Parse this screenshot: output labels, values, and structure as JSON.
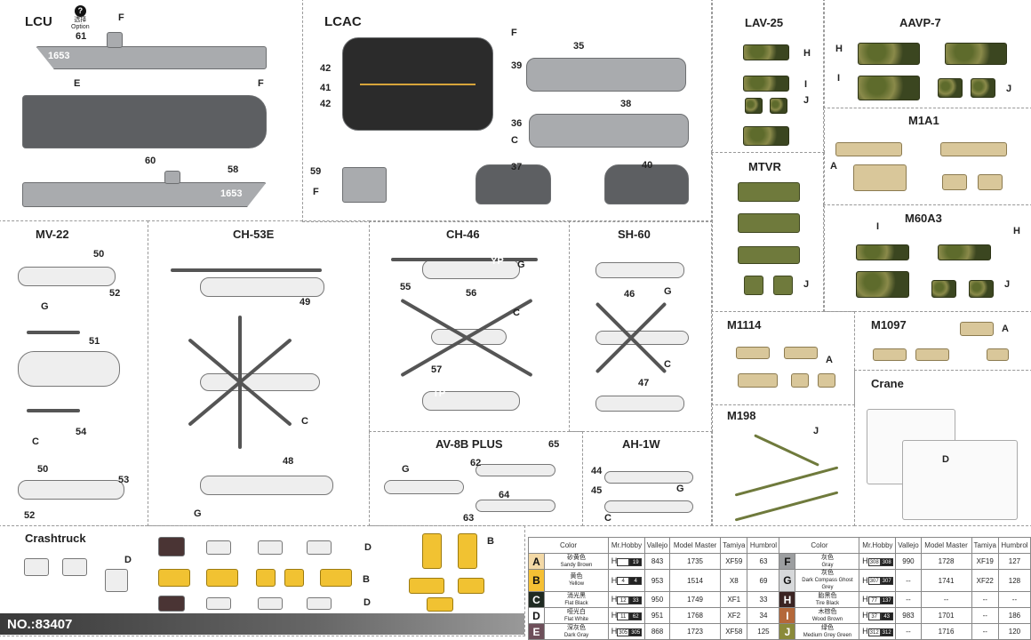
{
  "sections": {
    "lcu": "LCU",
    "lcac": "LCAC",
    "lav25": "LAV-25",
    "aavp7": "AAVP-7",
    "m1a1": "M1A1",
    "mtvr": "MTVR",
    "m60a3": "M60A3",
    "mv22": "MV-22",
    "ch53e": "CH-53E",
    "ch46": "CH-46",
    "sh60": "SH-60",
    "m1114": "M1114",
    "m1097": "M1097",
    "crane": "Crane",
    "m198": "M198",
    "av8b": "AV-8B PLUS",
    "ah1w": "AH-1W",
    "crashtruck": "Crashtruck"
  },
  "option": {
    "icon": "?",
    "cn": "选择",
    "en": "Option"
  },
  "hull_numbers": [
    "1653",
    "1653"
  ],
  "callouts": [
    "61",
    "F",
    "E",
    "F",
    "60",
    "58",
    "F",
    "35",
    "39",
    "42",
    "41",
    "42",
    "38",
    "36",
    "C",
    "59",
    "F",
    "37",
    "40",
    "H",
    "I",
    "J",
    "H",
    "I",
    "J",
    "A",
    "I",
    "H",
    "J",
    "J",
    "A",
    "A",
    "D",
    "J",
    "50",
    "G",
    "52",
    "51",
    "C",
    "54",
    "50",
    "53",
    "52",
    "49",
    "C",
    "48",
    "G",
    "YP",
    "G",
    "55",
    "56",
    "C",
    "57",
    "TP",
    "G",
    "46",
    "C",
    "47",
    "G",
    "62",
    "65",
    "64",
    "63",
    "44",
    "45",
    "G",
    "C",
    "D",
    "D",
    "B",
    "D",
    "B"
  ],
  "product_no": "NO.:83407",
  "table": {
    "headers": [
      "Color",
      "Mr.Hobby",
      "Vallejo",
      "Model Master",
      "Tamiya",
      "Humbrol"
    ],
    "rows": [
      [
        {
          "code": "A",
          "cn": "砂黄色",
          "en": "Sandy Brown",
          "color": "#f3d9a6",
          "h1": "",
          "h2": "19",
          "vallejo": "843",
          "mm": "1735",
          "tamiya": "XF59",
          "humbrol": "63"
        },
        {
          "code": "F",
          "cn": "灰色",
          "en": "Gray",
          "color": "#9c9ea0",
          "h1": "308",
          "h2": "308",
          "vallejo": "990",
          "mm": "1728",
          "tamiya": "XF19",
          "humbrol": "127"
        }
      ],
      [
        {
          "code": "B",
          "cn": "黄色",
          "en": "Yellow",
          "color": "#f5c034",
          "h1": "4",
          "h2": "4",
          "vallejo": "953",
          "mm": "1514",
          "tamiya": "X8",
          "humbrol": "69"
        },
        {
          "code": "G",
          "cn": "灰色",
          "en": "Dark Compass Ghost Grey",
          "color": "#d6d8da",
          "h1": "307",
          "h2": "307",
          "vallejo": "--",
          "mm": "1741",
          "tamiya": "XF22",
          "humbrol": "128"
        }
      ],
      [
        {
          "code": "C",
          "cn": "消光黑",
          "en": "Flat Black",
          "color": "#1f2a22",
          "h1": "12",
          "h2": "33",
          "vallejo": "950",
          "mm": "1749",
          "tamiya": "XF1",
          "humbrol": "33"
        },
        {
          "code": "H",
          "cn": "胎黑色",
          "en": "Tire Black",
          "color": "#3a2322",
          "h1": "77",
          "h2": "137",
          "vallejo": "--",
          "mm": "--",
          "tamiya": "--",
          "humbrol": "--"
        }
      ],
      [
        {
          "code": "D",
          "cn": "哑光白",
          "en": "Flat White",
          "color": "#ffffff",
          "h1": "11",
          "h2": "62",
          "vallejo": "951",
          "mm": "1768",
          "tamiya": "XF2",
          "humbrol": "34"
        },
        {
          "code": "I",
          "cn": "木棕色",
          "en": "Wood Brown",
          "color": "#b4683a",
          "h1": "37",
          "h2": "43",
          "vallejo": "983",
          "mm": "1701",
          "tamiya": "--",
          "humbrol": "186"
        }
      ],
      [
        {
          "code": "E",
          "cn": "深灰色",
          "en": "Dark Gray",
          "color": "#6e4f5a",
          "h1": "305",
          "h2": "305",
          "vallejo": "868",
          "mm": "1723",
          "tamiya": "XF58",
          "humbrol": "125"
        },
        {
          "code": "J",
          "cn": "绿色",
          "en": "Medium Grey Green",
          "color": "#8a8a3a",
          "h1": "312",
          "h2": "312",
          "vallejo": "--",
          "mm": "1716",
          "tamiya": "--",
          "humbrol": "120"
        }
      ]
    ]
  }
}
